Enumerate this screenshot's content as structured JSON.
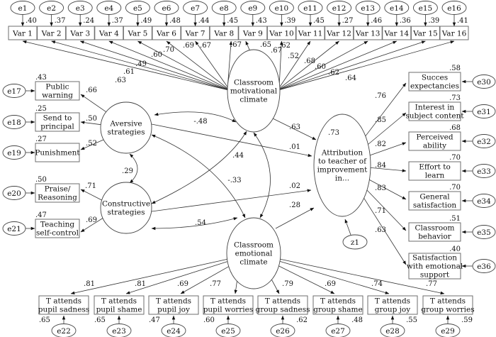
{
  "top_indicators": [
    {
      "error": "e1",
      "label": "Var 1",
      "r2": ".40",
      "loading": ".63"
    },
    {
      "error": "e2",
      "label": "Var 2",
      "r2": ".37",
      "loading": ".61"
    },
    {
      "error": "e3",
      "label": "Var 3",
      "r2": ".24",
      "loading": ".49"
    },
    {
      "error": "e4",
      "label": "Var 4",
      "r2": ".37",
      "loading": ".60"
    },
    {
      "error": "e5",
      "label": "Var 5",
      "r2": ".49",
      "loading": ".70"
    },
    {
      "error": "e6",
      "label": "Var 6",
      "r2": ".48",
      "loading": ".69"
    },
    {
      "error": "e7",
      "label": "Var 7",
      "r2": ".44",
      "loading": ".67"
    },
    {
      "error": "e8",
      "label": "Var 8",
      "r2": ".45",
      "loading": ".67"
    },
    {
      "error": "e9",
      "label": "Var 9",
      "r2": ".43",
      "loading": ".65"
    },
    {
      "error": "e10",
      "label": "Var 10",
      "r2": ".39",
      "loading": ".62"
    },
    {
      "error": "e11",
      "label": "Var 11",
      "r2": ".45",
      "loading": ".67"
    },
    {
      "error": "e12",
      "label": "Var 12",
      "r2": ".27",
      "loading": ".52"
    },
    {
      "error": "e13",
      "label": "Var 13",
      "r2": ".46",
      "loading": ".68"
    },
    {
      "error": "e14",
      "label": "Var 14",
      "r2": ".36",
      "loading": ".60"
    },
    {
      "error": "e15",
      "label": "Var 15",
      "r2": ".39",
      "loading": ".62"
    },
    {
      "error": "e16",
      "label": "Var 16",
      "r2": ".41",
      "loading": ".64"
    }
  ],
  "aversive_indicators": [
    {
      "error": "e17",
      "label": [
        "Public",
        "warning"
      ],
      "r2": ".43",
      "loading": ".66"
    },
    {
      "error": "e18",
      "label": [
        "Send to",
        "principal"
      ],
      "r2": ".25",
      "loading": ".50"
    },
    {
      "error": "e19",
      "label": [
        "Punishment"
      ],
      "r2": ".27",
      "loading": ".52"
    }
  ],
  "constructive_indicators": [
    {
      "error": "e20",
      "label": [
        "Praise/",
        "Reasoning"
      ],
      "r2": ".50",
      "loading": ".71"
    },
    {
      "error": "e21",
      "label": [
        "Teaching",
        "self-control"
      ],
      "r2": ".47",
      "loading": ".69"
    }
  ],
  "outcome_indicators": [
    {
      "error": "e30",
      "label": [
        "Succes",
        "expectancies"
      ],
      "r2": ".58",
      "loading": ".76"
    },
    {
      "error": "e31",
      "label": [
        "Interest in",
        "subject content"
      ],
      "r2": ".73",
      "loading": ".85"
    },
    {
      "error": "e32",
      "label": [
        "Perceived",
        "ability"
      ],
      "r2": ".68",
      "loading": ".82"
    },
    {
      "error": "e33",
      "label": [
        "Effort to",
        "learn"
      ],
      "r2": ".70",
      "loading": ".84"
    },
    {
      "error": "e34",
      "label": [
        "General",
        "satisfaction"
      ],
      "r2": ".70",
      "loading": ".83"
    },
    {
      "error": "e35",
      "label": [
        "Classroom",
        "behavior"
      ],
      "r2": ".51",
      "loading": ".71"
    },
    {
      "error": "e36",
      "label": [
        "Satisfaction",
        "with emotional",
        "support"
      ],
      "r2": ".40",
      "loading": ".63"
    }
  ],
  "bottom_indicators": [
    {
      "error": "e22",
      "label": [
        "T attends",
        "pupil sadness"
      ],
      "r2": ".65",
      "loading": ".81"
    },
    {
      "error": "e23",
      "label": [
        "T attends",
        "pupil shame"
      ],
      "r2": ".65",
      "loading": ".81"
    },
    {
      "error": "e24",
      "label": [
        "T attends",
        "pupil joy"
      ],
      "r2": ".47",
      "loading": ".69"
    },
    {
      "error": "e25",
      "label": [
        "T attends",
        "pupil worries"
      ],
      "r2": ".60",
      "loading": ".77"
    },
    {
      "error": "e26",
      "label": [
        "T attends",
        "group sadness"
      ],
      "r2": ".62",
      "loading": ".79"
    },
    {
      "error": "e27",
      "label": [
        "T attends",
        "group shame"
      ],
      "r2": ".48",
      "loading": ".69"
    },
    {
      "error": "e28",
      "label": [
        "T attends",
        "group joy"
      ],
      "r2": ".55",
      "loading": ".74"
    },
    {
      "error": "e29",
      "label": [
        "T attends",
        "group worries"
      ],
      "r2": ".59",
      "loading": ".77"
    }
  ],
  "latents": {
    "motivational": [
      "Classroom",
      "motivational",
      "climate"
    ],
    "emotional": [
      "Classroom",
      "emotional",
      "climate"
    ],
    "aversive": [
      "Aversive",
      "strategies"
    ],
    "constructive": [
      "Constructive",
      "strategies"
    ],
    "attribution": [
      "Attribution",
      "to teacher of",
      "improvement",
      "in..."
    ],
    "attribution_r2": ".73",
    "disturbance": "z1"
  },
  "paths": {
    "motivational_to_attribution": ".63",
    "aversive_to_attribution": ".01",
    "constructive_to_attribution": ".02",
    "emotional_to_attribution": ".28"
  },
  "covariances": {
    "aversive_motivational": "-.48",
    "aversive_constructive": ".29",
    "constructive_motivational": ".44",
    "aversive_emotional": "-.33",
    "constructive_emotional": ".54"
  }
}
